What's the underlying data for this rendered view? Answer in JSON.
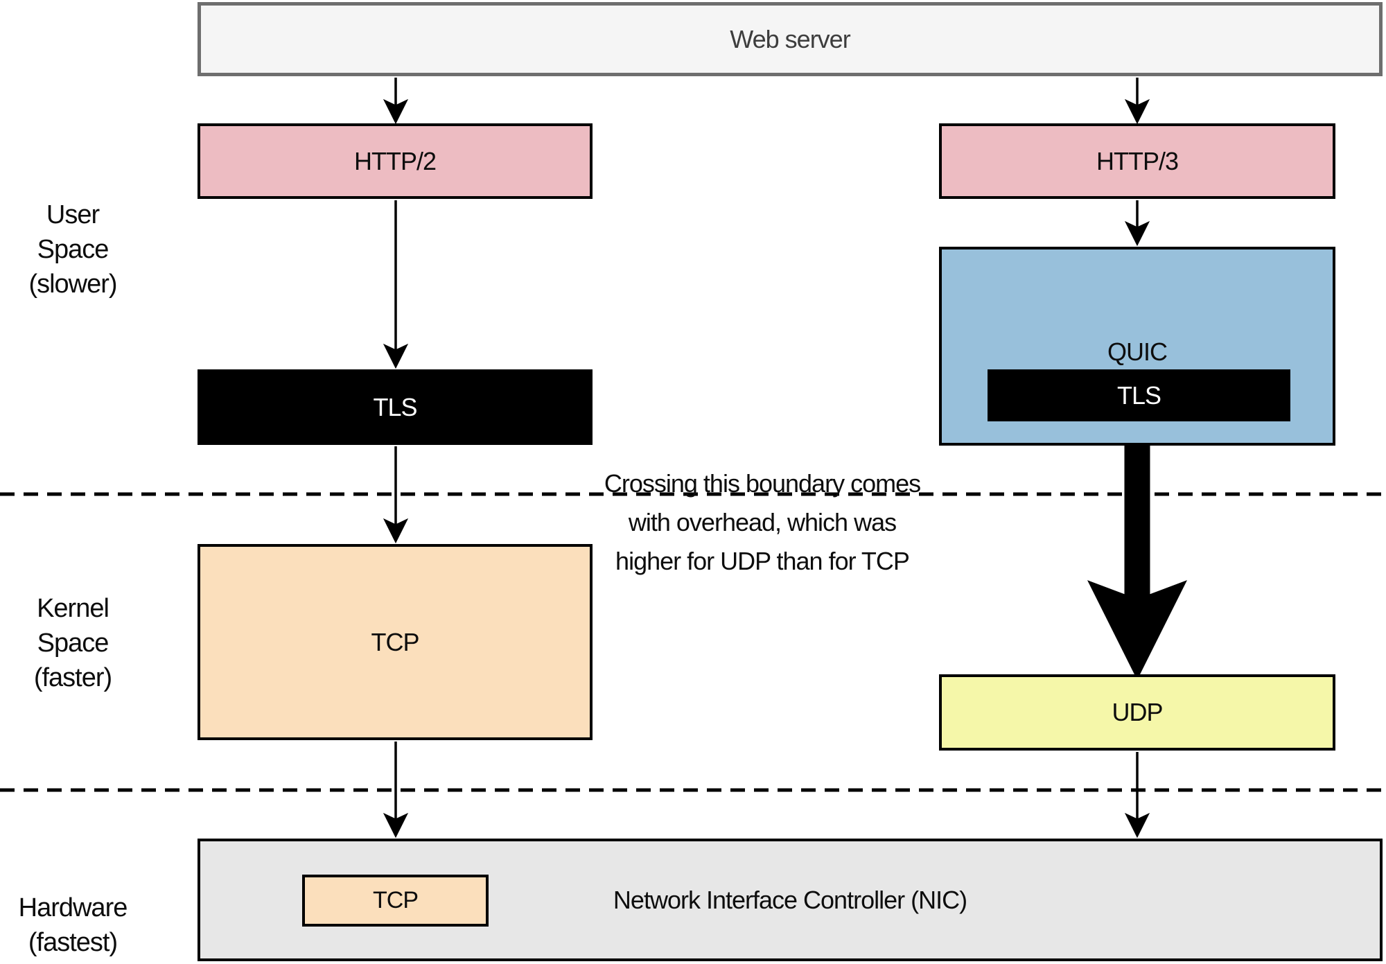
{
  "colors": {
    "pink": "#edbcc2",
    "blue": "#98c0db",
    "peach": "#fbdfbc",
    "yellow": "#f5f7a9",
    "box_border": "#000000",
    "server_fill": "#f5f5f5",
    "server_border": "#6e6e6e",
    "server_text": "#3d3d3d",
    "nic_fill": "#e7e7e7",
    "tls_fill": "#000000",
    "tls_text": "#ffffff"
  },
  "server": {
    "label": "Web server"
  },
  "left_stack": {
    "http2": "HTTP/2",
    "tls": "TLS",
    "tcp": "TCP"
  },
  "right_stack": {
    "http3": "HTTP/3",
    "quic": "QUIC",
    "quic_tls": "TLS",
    "udp": "UDP"
  },
  "layer_labels": {
    "user_space": "User\nSpace\n(slower)",
    "kernel_space": "Kernel\nSpace\n(faster)",
    "hardware": "Hardware\n(fastest)"
  },
  "annotation": "Crossing this boundary comes\nwith overhead, which was\nhigher for UDP than for TCP",
  "nic": {
    "label": "Network Interface Controller (NIC)",
    "tcp_offload": "TCP"
  }
}
